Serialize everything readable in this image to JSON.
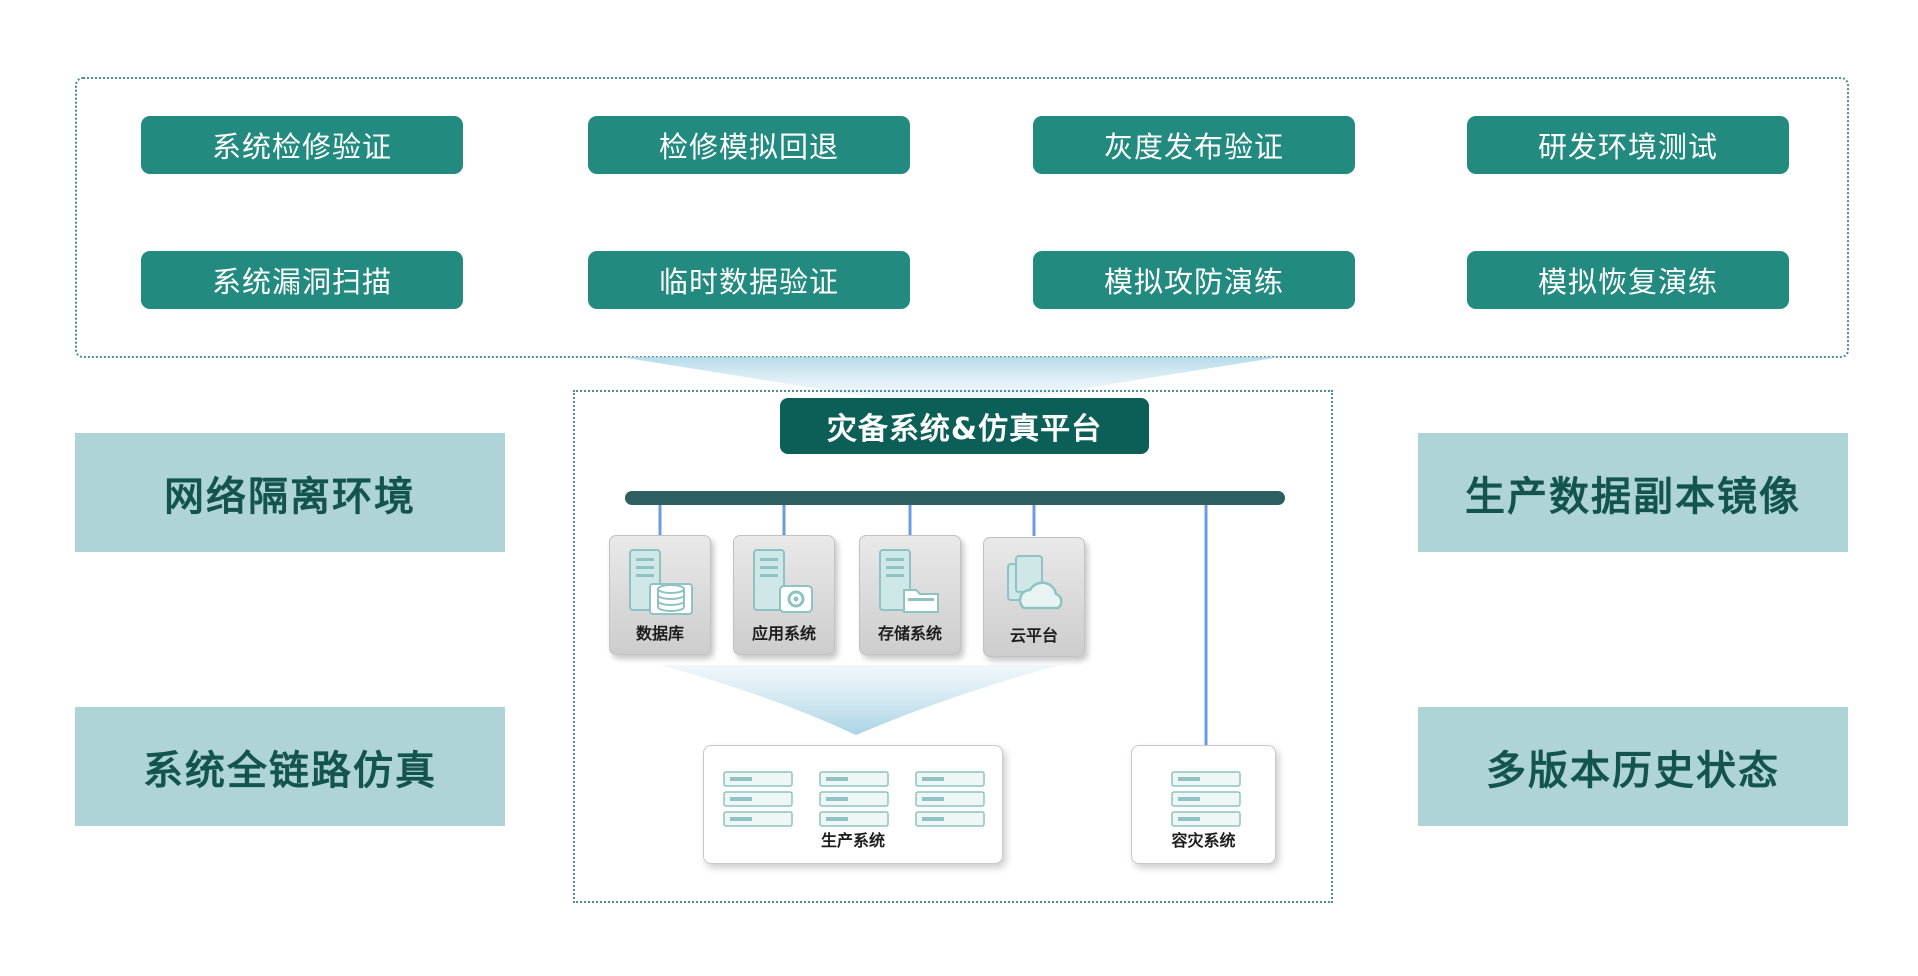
{
  "scenarios": [
    {
      "label": "系统检修验证"
    },
    {
      "label": "检修模拟回退"
    },
    {
      "label": "灰度发布验证"
    },
    {
      "label": "研发环境测试"
    },
    {
      "label": "系统漏洞扫描"
    },
    {
      "label": "临时数据验证"
    },
    {
      "label": "模拟攻防演练"
    },
    {
      "label": "模拟恢复演练"
    }
  ],
  "left_features": [
    {
      "label": "网络隔离环境"
    },
    {
      "label": "系统全链路仿真"
    }
  ],
  "right_features": [
    {
      "label": "生产数据副本镜像"
    },
    {
      "label": "多版本历史状态"
    }
  ],
  "platform": {
    "title": "灾备系统&仿真平台",
    "components": [
      {
        "label": "数据库",
        "icon": "database-server-icon"
      },
      {
        "label": "应用系统",
        "icon": "application-server-icon"
      },
      {
        "label": "存储系统",
        "icon": "storage-server-icon"
      },
      {
        "label": "云平台",
        "icon": "cloud-platform-icon"
      }
    ],
    "production": {
      "label": "生产系统"
    },
    "disaster_recovery": {
      "label": "容灾系统"
    }
  },
  "colors": {
    "button_teal": "#238a7f",
    "title_dark_teal": "#0c5f57",
    "feature_box_bg": "#afd4d7",
    "feature_text": "#13544f",
    "bus_bar": "#2e5f60",
    "link_line": "#6b9be0"
  }
}
